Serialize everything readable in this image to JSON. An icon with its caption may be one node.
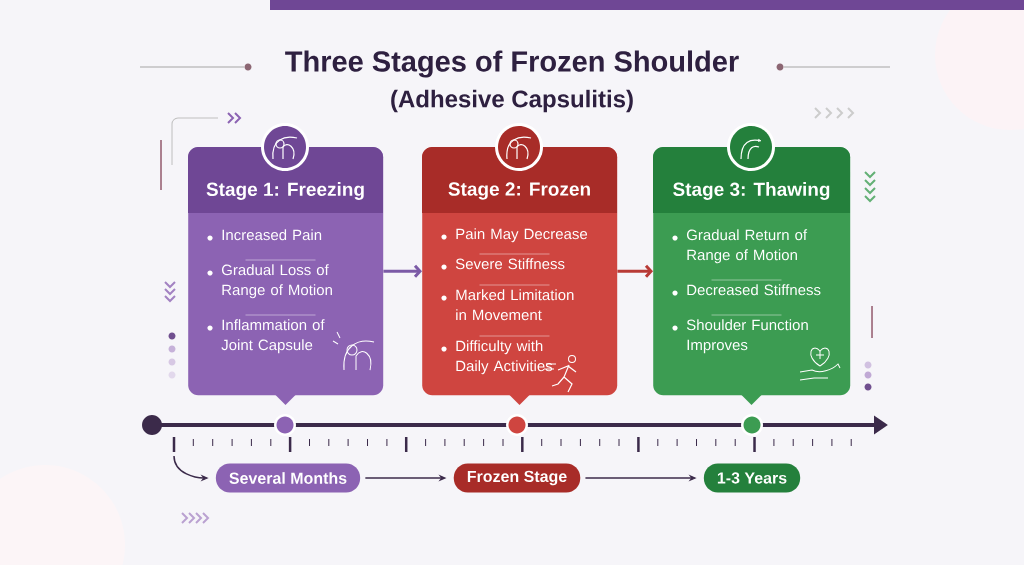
{
  "diagram": {
    "title": "Three Stages of Frozen Shoulder",
    "nodes": [
      {
        "text": [
          "Stage 1: Freezing",
          "Increased Pain",
          "Gradual Loss of Range of Motion",
          "Inflammation of Joint Capsule"
        ]
      },
      {
        "text": [
          "Stage 2: Frozen",
          "Pain May Decrease",
          "Severe Stiffness",
          "Marked Limitation in Movement",
          "Difficulty with Daily Activities"
        ]
      },
      {
        "text": [
          "Stage 3: Thawing",
          "Gradual Return of Range of Motion",
          "Decreased Stiffness",
          "Shoulder Function Improves"
        ]
      },
      {
        "text": [
          "Several Months"
        ]
      },
      {
        "text": [
          "Frozen Stage"
        ]
      },
      {
        "text": [
          "1-3 Years"
        ]
      }
    ],
    "edges": [
      {
        "from": 0,
        "to": 1,
        "arrow": "to",
        "color": "#7b5aa6"
      },
      {
        "from": 1,
        "to": 2,
        "arrow": "to",
        "color": "#b83a36"
      },
      {
        "from": null,
        "to": 3,
        "arrow": "to"
      },
      {
        "from": 3,
        "to": 4,
        "arrow": "to"
      },
      {
        "from": 4,
        "to": 5,
        "arrow": "to"
      }
    ],
    "labels": [
      "(Adhesive Capsulitis)"
    ]
  }
}
